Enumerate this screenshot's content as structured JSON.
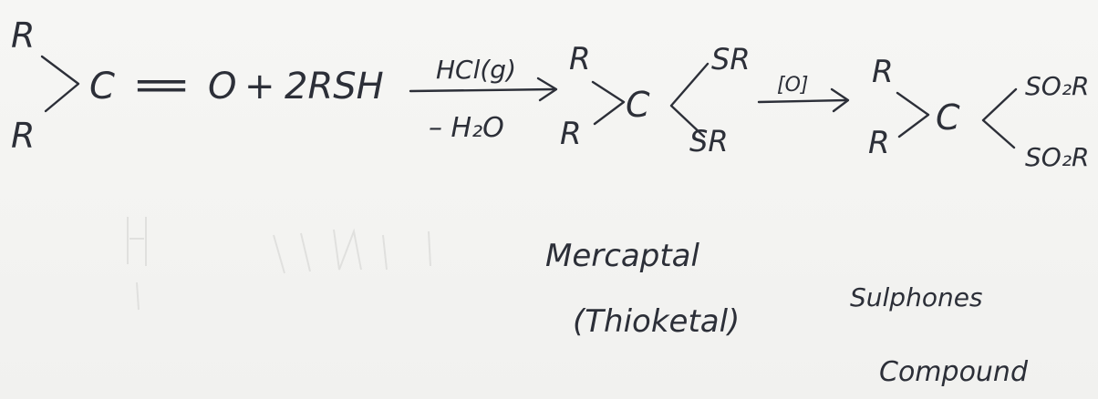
{
  "reaction": {
    "reactant": {
      "r_top": "R",
      "r_bottom": "R",
      "center": "C",
      "double_bond": "=",
      "oxygen": "O",
      "plus": "+",
      "thiol": "2RSH"
    },
    "step1": {
      "reagent_above": "HCl(g)",
      "reagent_below": "– H₂O"
    },
    "intermediate": {
      "r_top": "R",
      "r_bottom": "R",
      "center": "C",
      "group_top": "SR",
      "group_bottom": "SR",
      "name": "Mercaptal",
      "alt_name": "(Thioketal)"
    },
    "step2": {
      "reagent_above": "[O]"
    },
    "product": {
      "r_top": "R",
      "r_bottom": "R",
      "center": "C",
      "group_top": "SO₂R",
      "group_bottom": "SO₂R",
      "name_line1": "Sulphones",
      "name_line2": "Compound"
    }
  }
}
